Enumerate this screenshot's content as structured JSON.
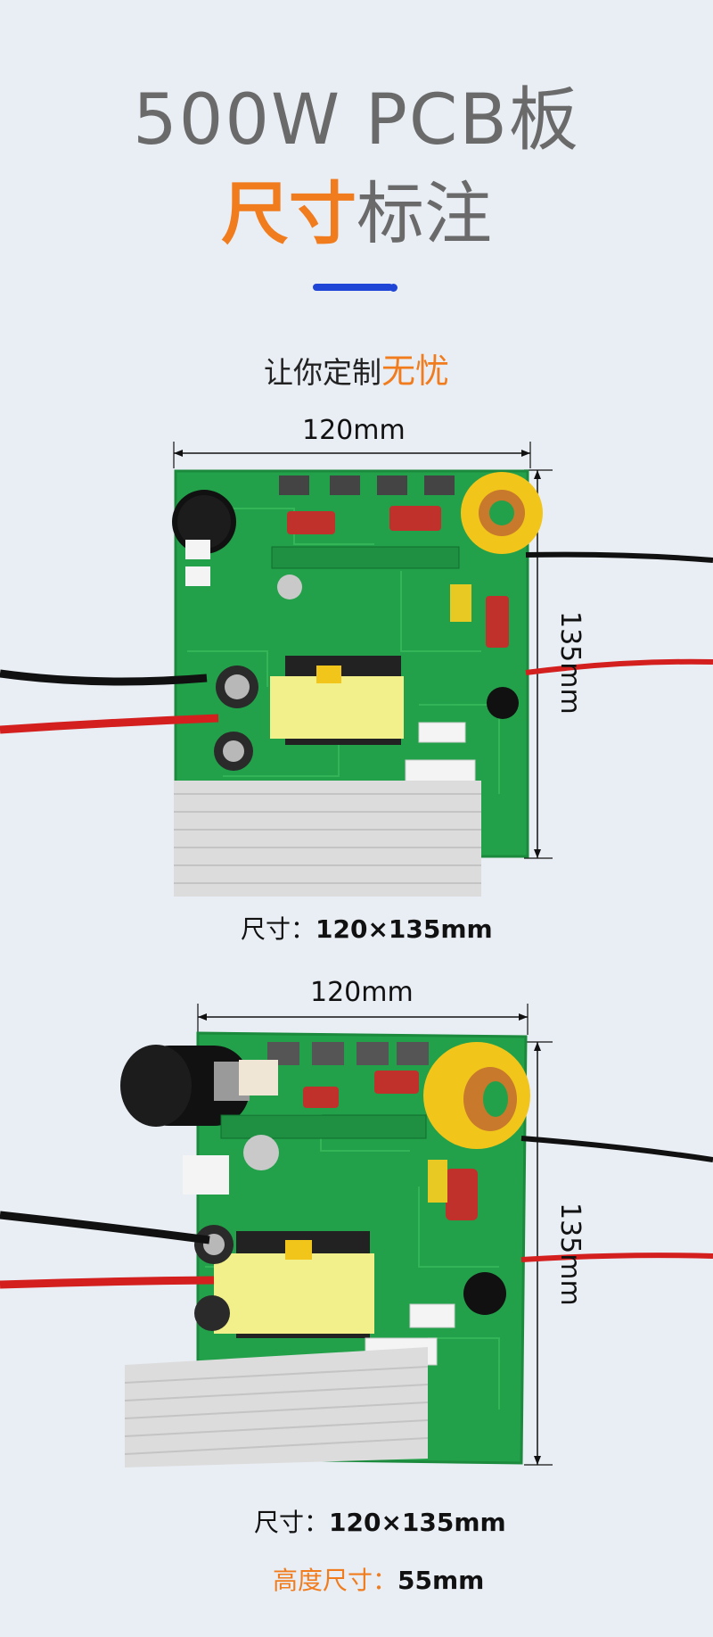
{
  "header": {
    "title": "500W  PCB板",
    "subtitle_highlight": "尺寸",
    "subtitle_rest": "标注",
    "tagline_prefix": "让你定制",
    "tagline_highlight": "无忧"
  },
  "board_top": {
    "width_label": "120mm",
    "height_label": "135mm",
    "size_caption_label": "尺寸：",
    "size_caption_value": "120×135mm"
  },
  "board_bottom": {
    "width_label": "120mm",
    "height_label": "135mm",
    "size_caption_label": "尺寸：",
    "size_caption_value": "120×135mm",
    "height_caption_label": "高度尺寸：",
    "height_caption_value": "55mm"
  },
  "colors": {
    "accent_orange": "#f07c1e",
    "accent_blue": "#1f45d6",
    "pcb_green": "#23a14a"
  }
}
